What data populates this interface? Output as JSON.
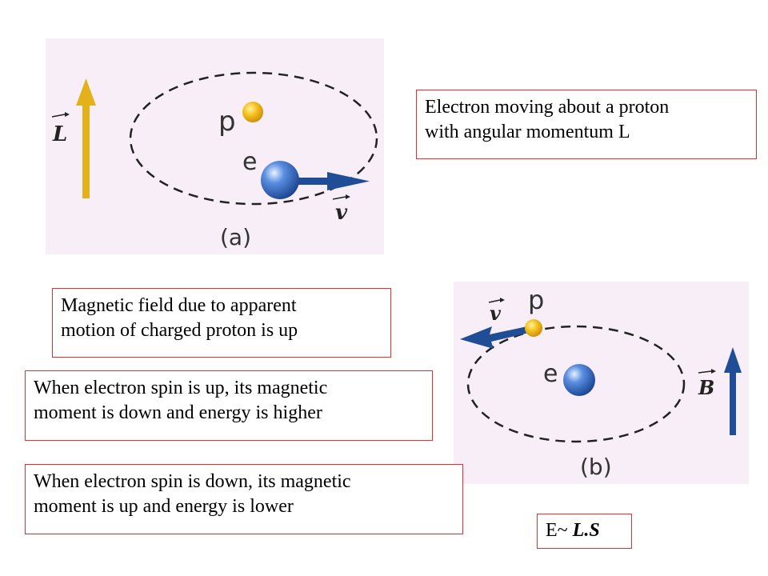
{
  "figure_a": {
    "proton_label": "p",
    "electron_label": "e",
    "L_label": "L",
    "v_label": "v",
    "caption": "(a)"
  },
  "figure_b": {
    "proton_label": "p",
    "electron_label": "e",
    "B_label": "B",
    "v_label": "v",
    "caption": "(b)"
  },
  "boxes": {
    "orbit": [
      "Electron moving  about a proton",
      "with angular  momentum  L"
    ],
    "field": [
      "Magnetic  field due to apparent",
      "motion of  charged proton is up"
    ],
    "spin_up": [
      "When electron spin is up, its magnetic",
      "moment  is down and energy is higher"
    ],
    "spin_down": [
      "When electron spin is down, its magnetic",
      "moment  is up and energy is lower"
    ],
    "energy_prefix": "E~ ",
    "energy_term": "L.S"
  },
  "colors": {
    "panel_bg": "#f8eef8",
    "box_border": "#e03030",
    "L_arrow": "#e3b21a",
    "v_arrow": "#1f4e96",
    "B_arrow": "#1f4e96",
    "proton": "#f2b81c",
    "electron": "#2f5fb8"
  }
}
